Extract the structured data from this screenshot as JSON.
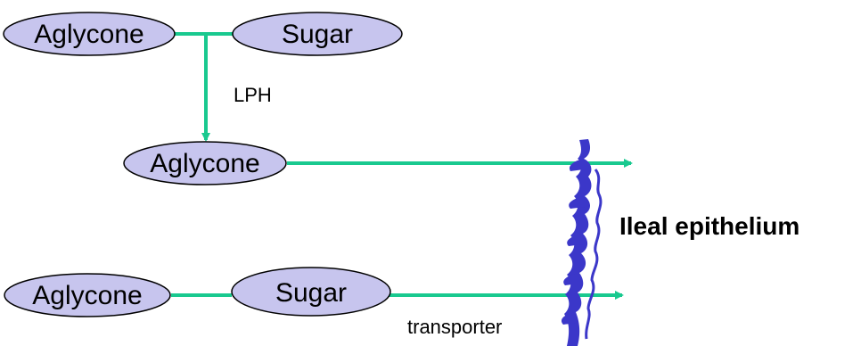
{
  "colors": {
    "arrow": "#19c98f",
    "node_fill": "#c7c5ee",
    "node_stroke": "#000000",
    "membrane": "#3b37c9",
    "text": "#000000"
  },
  "nodes": {
    "top_aglycone": "Aglycone",
    "top_sugar": "Sugar",
    "middle_aglycone": "Aglycone",
    "bottom_aglycone": "Aglycone",
    "bottom_sugar": "Sugar"
  },
  "labels": {
    "enzyme": "LPH",
    "transporter": "transporter",
    "membrane": "Ileal epithelium"
  }
}
